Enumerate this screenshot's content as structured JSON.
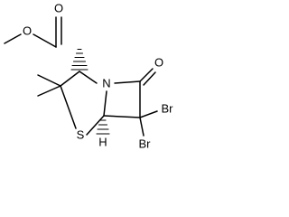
{
  "molecule": {
    "atoms": {
      "ester_carbonyl_oxygen": "O",
      "ester_ether_oxygen": "O",
      "ring_nitrogen": "N",
      "lactam_oxygen": "O",
      "ring_sulfur": "S",
      "stereo_hydrogen": "H",
      "bromine_upper": "Br",
      "bromine_lower": "Br"
    }
  }
}
